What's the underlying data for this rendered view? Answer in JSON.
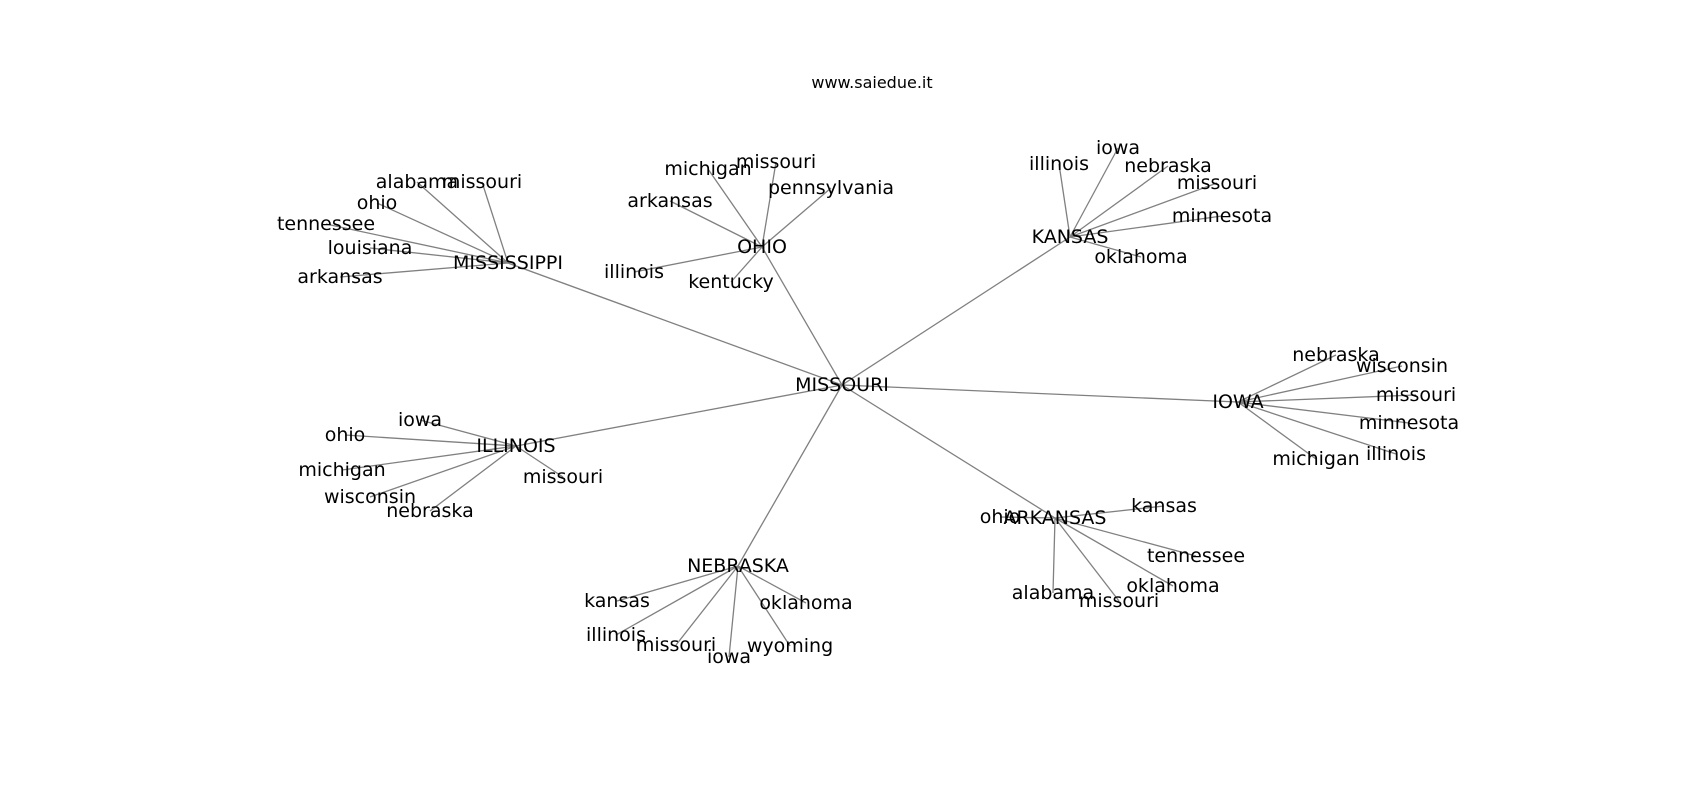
{
  "title": "www.saiedue.it",
  "colors": {
    "edge": "#808080",
    "text": "#000000",
    "background": "#ffffff"
  },
  "root": "MISSOURI",
  "hubs": [
    {
      "id": "MISSISSIPPI",
      "label": "MISSISSIPPI",
      "children": [
        "alabama",
        "missouri",
        "ohio",
        "tennessee",
        "louisiana",
        "arkansas"
      ]
    },
    {
      "id": "OHIO",
      "label": "OHIO",
      "children": [
        "michigan",
        "missouri",
        "pennsylvania",
        "arkansas",
        "illinois",
        "kentucky"
      ]
    },
    {
      "id": "KANSAS",
      "label": "KANSAS",
      "children": [
        "illinois",
        "iowa",
        "nebraska",
        "missouri",
        "minnesota",
        "oklahoma"
      ]
    },
    {
      "id": "IOWA",
      "label": "IOWA",
      "children": [
        "nebraska",
        "wisconsin",
        "missouri",
        "minnesota",
        "illinois",
        "michigan"
      ]
    },
    {
      "id": "ILLINOIS",
      "label": "ILLINOIS",
      "children": [
        "iowa",
        "ohio",
        "michigan",
        "wisconsin",
        "nebraska",
        "missouri"
      ]
    },
    {
      "id": "ARKANSAS",
      "label": "ARKANSAS",
      "children": [
        "ohio",
        "kansas",
        "tennessee",
        "oklahoma",
        "missouri",
        "alabama"
      ]
    },
    {
      "id": "NEBRASKA",
      "label": "NEBRASKA",
      "children": [
        "kansas",
        "illinois",
        "missouri",
        "iowa",
        "wyoming",
        "oklahoma"
      ]
    }
  ]
}
